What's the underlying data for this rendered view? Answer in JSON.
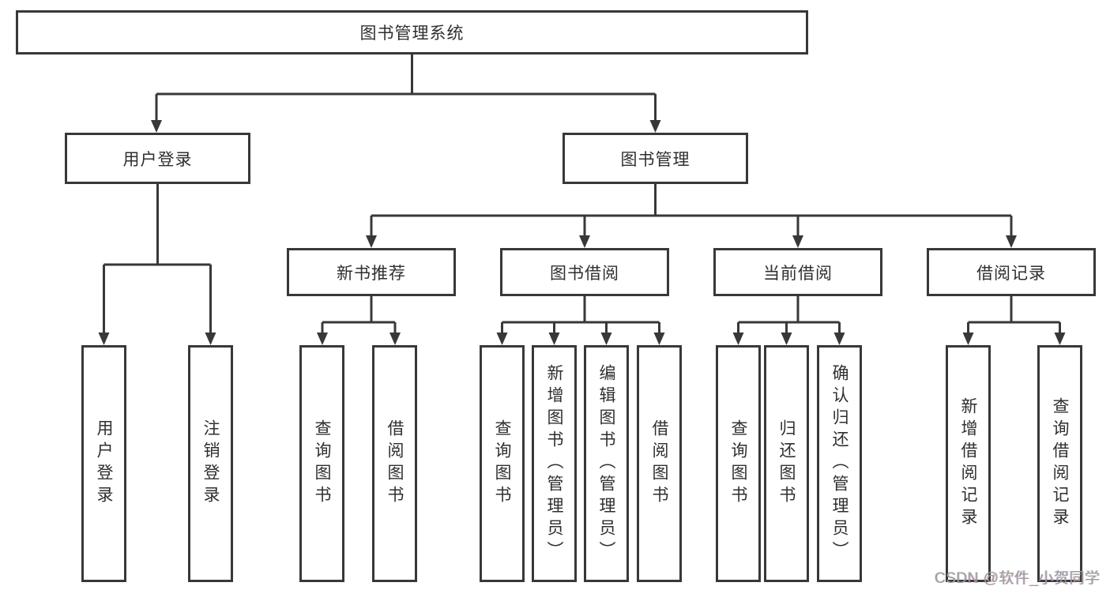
{
  "diagram": {
    "title": "图书管理系统",
    "user_login": {
      "label": "用户登录",
      "children": [
        "用户登录",
        "注销登录"
      ]
    },
    "book_mgmt": {
      "label": "图书管理",
      "sections": {
        "new_books": {
          "label": "新书推荐",
          "children": [
            "查询图书",
            "借阅图书"
          ]
        },
        "borrow": {
          "label": "图书借阅",
          "children": [
            "查询图书",
            "新增图书（管理员）",
            "编辑图书（管理员）",
            "借阅图书"
          ]
        },
        "current": {
          "label": "当前借阅",
          "children": [
            "查询图书",
            "归还图书",
            "确认归还（管理员）"
          ]
        },
        "records": {
          "label": "借阅记录",
          "children": [
            "新增借阅记录",
            "查询借阅记录"
          ]
        }
      }
    }
  },
  "watermark": {
    "text": "CSDN @软件_小贺同学"
  },
  "colors": {
    "line": "#383838",
    "text": "#2f2f2f",
    "watermark": "#9c9c9c",
    "background": "#ffffff"
  }
}
